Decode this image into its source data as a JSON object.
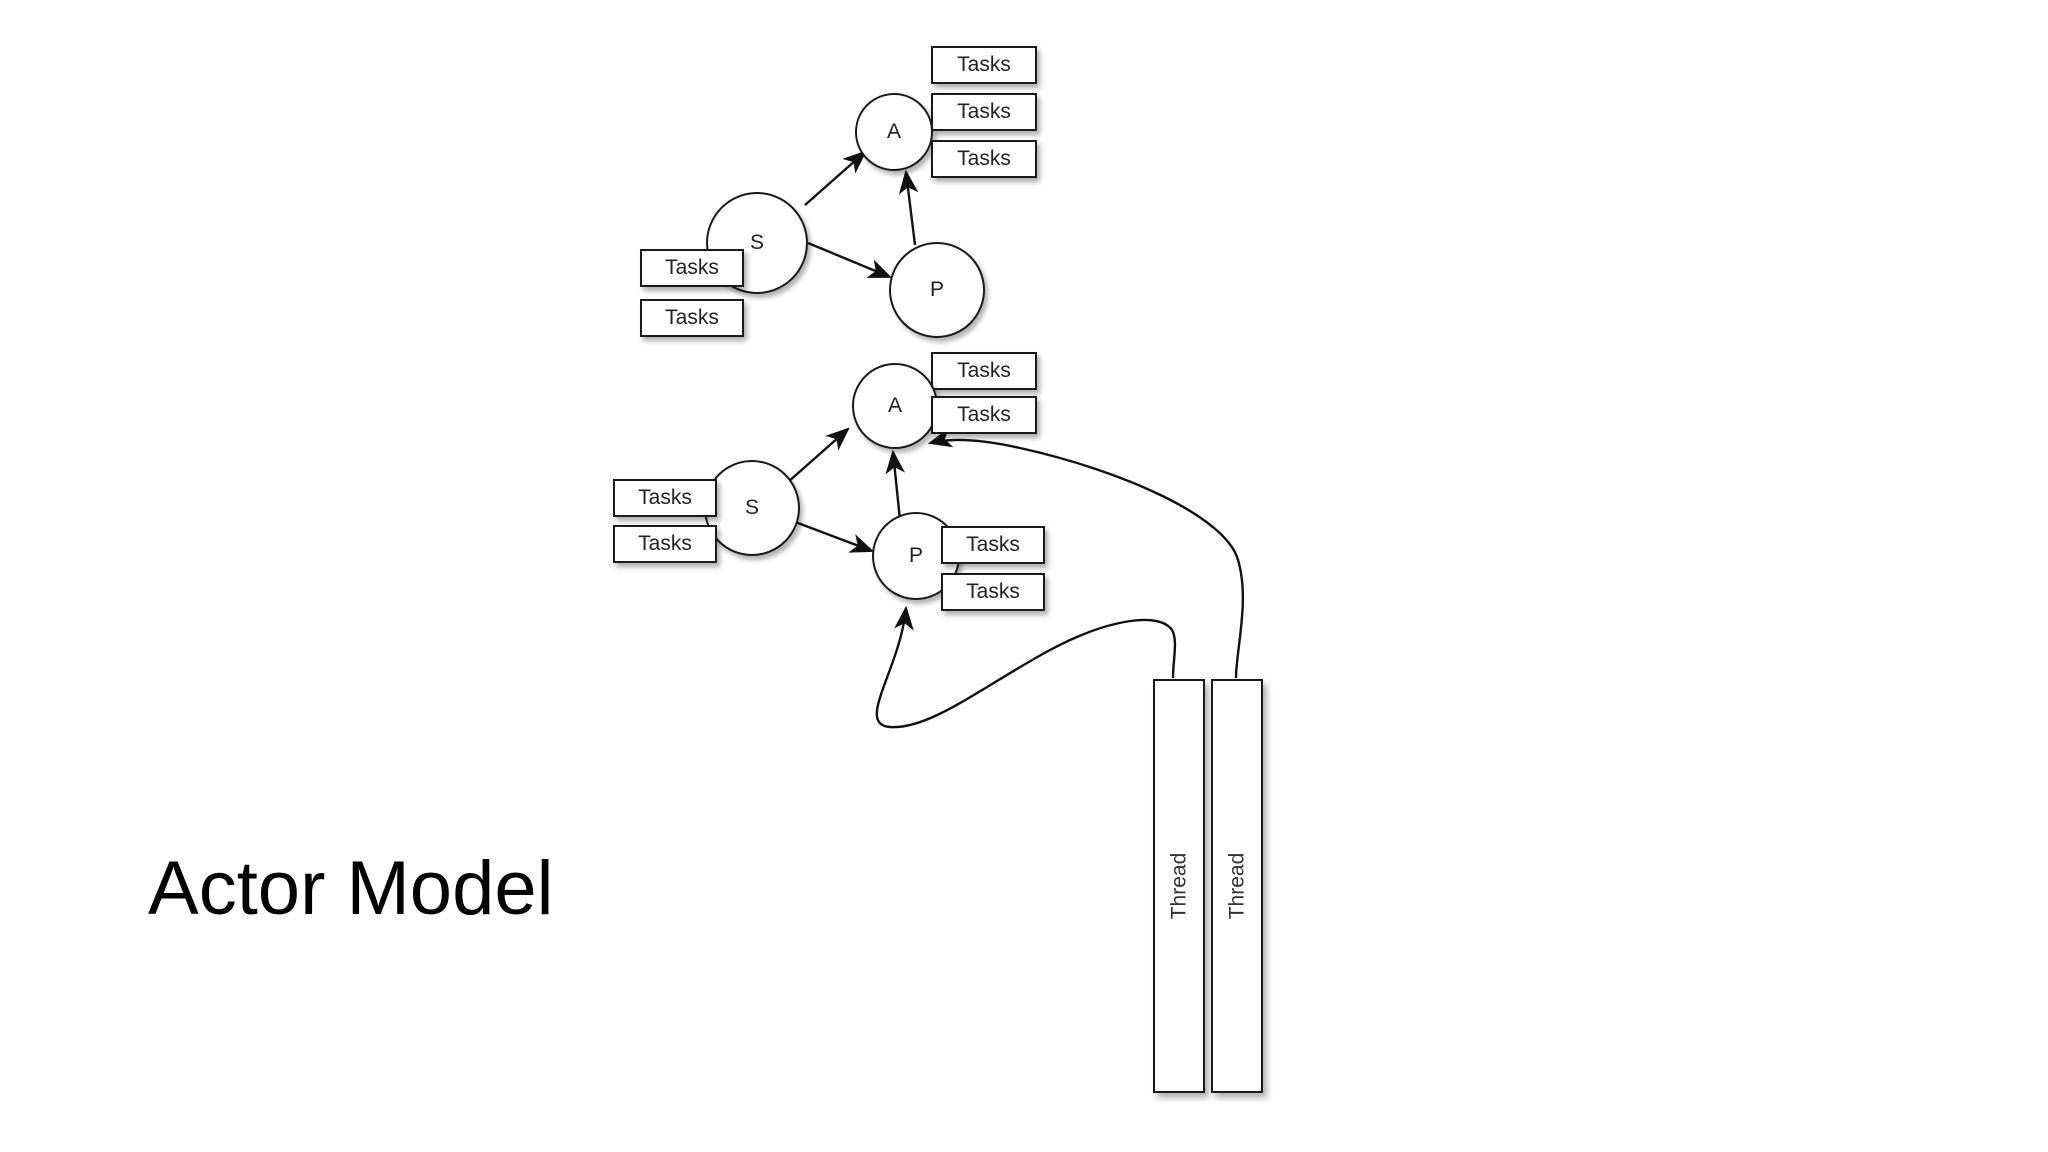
{
  "slide": {
    "title": "Actor Model",
    "background_color": "#ffffff"
  },
  "theme": {
    "stroke_color": "#1a1a1a",
    "fill_color": "#ffffff",
    "text_color": "#222222",
    "title_color": "#000000",
    "shadow_color": "rgba(0,0,0,0.30)"
  },
  "diagram": {
    "clusters": [
      {
        "name": "upper-cluster",
        "nodes": [
          {
            "id": "upper-s",
            "label": "S"
          },
          {
            "id": "upper-a",
            "label": "A"
          },
          {
            "id": "upper-p",
            "label": "P"
          }
        ],
        "task_boxes": [
          {
            "id": "upper-a-task-1",
            "label": "Tasks"
          },
          {
            "id": "upper-a-task-2",
            "label": "Tasks"
          },
          {
            "id": "upper-a-task-3",
            "label": "Tasks"
          },
          {
            "id": "upper-s-task-1",
            "label": "Tasks"
          },
          {
            "id": "upper-s-task-2",
            "label": "Tasks"
          }
        ],
        "edges": [
          {
            "from": "upper-s",
            "to": "upper-a",
            "kind": "arrow"
          },
          {
            "from": "upper-s",
            "to": "upper-p",
            "kind": "arrow"
          },
          {
            "from": "upper-p",
            "to": "upper-a",
            "kind": "arrow"
          }
        ]
      },
      {
        "name": "lower-cluster",
        "nodes": [
          {
            "id": "lower-s",
            "label": "S"
          },
          {
            "id": "lower-a",
            "label": "A"
          },
          {
            "id": "lower-p",
            "label": "P"
          }
        ],
        "task_boxes": [
          {
            "id": "lower-a-task-1",
            "label": "Tasks"
          },
          {
            "id": "lower-a-task-2",
            "label": "Tasks"
          },
          {
            "id": "lower-s-task-1",
            "label": "Tasks"
          },
          {
            "id": "lower-s-task-2",
            "label": "Tasks"
          },
          {
            "id": "lower-p-task-1",
            "label": "Tasks"
          },
          {
            "id": "lower-p-task-2",
            "label": "Tasks"
          }
        ],
        "edges": [
          {
            "from": "lower-s",
            "to": "lower-a",
            "kind": "arrow"
          },
          {
            "from": "lower-s",
            "to": "lower-p",
            "kind": "arrow"
          },
          {
            "from": "lower-p",
            "to": "lower-a",
            "kind": "arrow"
          },
          {
            "from": "thread-right",
            "to": "lower-a",
            "kind": "curved-arrow"
          },
          {
            "from": "thread-left",
            "to": "lower-p",
            "kind": "curved-arrow"
          }
        ]
      }
    ],
    "threads": [
      {
        "id": "thread-left",
        "label": "Thread",
        "orientation": "vertical"
      },
      {
        "id": "thread-right",
        "label": "Thread",
        "orientation": "vertical"
      }
    ]
  }
}
